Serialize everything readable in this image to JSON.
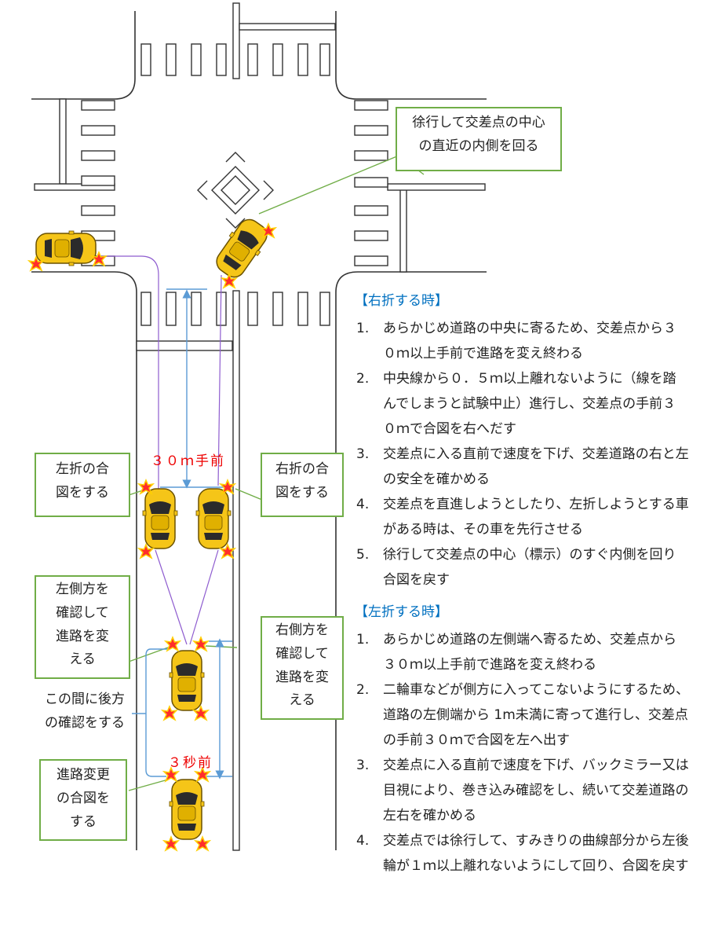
{
  "callouts": {
    "center_turn": "徐行して交差点の中心\nの直近の内側を回る",
    "left_signal": "左折の合\n図をする",
    "right_signal": "右折の合\n図をする",
    "left_check": "左側方を\n確認して\n進路を変\nえる",
    "right_check": "右側方を\n確認して\n進路を変\nえる",
    "lane_change_signal": "進路変更\nの合図を\nする"
  },
  "labels": {
    "thirty_m_before": "３０ｍ手前",
    "three_sec_before": "３秒前",
    "rear_check": "この間に後方\nの確認をする"
  },
  "right_turn": {
    "heading": "【右折する時】",
    "items": [
      {
        "num": "1.",
        "text": "あらかじめ道路の中央に寄るため、交差点から３０ｍ以上手前で進路を変え終わる"
      },
      {
        "num": "2.",
        "text": "中央線から０．５ｍ以上離れないように（線を踏んでしまうと試験中止）進行し、交差点の手前３０ｍで合図を右へだす"
      },
      {
        "num": "3.",
        "text": "交差点に入る直前で速度を下げ、交差道路の右と左の安全を確かめる"
      },
      {
        "num": "4.",
        "text": "交差点を直進しようとしたり、左折しようとする車がある時は、その車を先行させる"
      },
      {
        "num": "5.",
        "text": "徐行して交差点の中心（標示）のすぐ内側を回り合図を戻す"
      }
    ]
  },
  "left_turn": {
    "heading": "【左折する時】",
    "items": [
      {
        "num": "1.",
        "text": "あらかじめ道路の左側端へ寄るため、交差点から３０ｍ以上手前で進路を変え終わる"
      },
      {
        "num": "2.",
        "text": "二輪車などが側方に入ってこないようにするため、道路の左側端から 1m未満に寄って進行し、交差点の手前３０ｍで合図を左へ出す"
      },
      {
        "num": "3.",
        "text": "交差点に入る直前で速度を下げ、バックミラー又は目視により、巻き込み確認をし、続いて交差道路の左右を確かめる"
      },
      {
        "num": "4.",
        "text": "交差点では徐行して、すみきりの曲線部分から左後輪が１ｍ以上離れないようにして回り、合図を戻す"
      }
    ]
  },
  "colors": {
    "callout_border": "#70ad47",
    "car_body": "#f5c518",
    "signal_flash": "#ff2d2d",
    "guide_line": "#8e5ccf",
    "measure_line": "#5b9bd5",
    "heading": "#0070c0",
    "accent_red": "#ee0000"
  }
}
